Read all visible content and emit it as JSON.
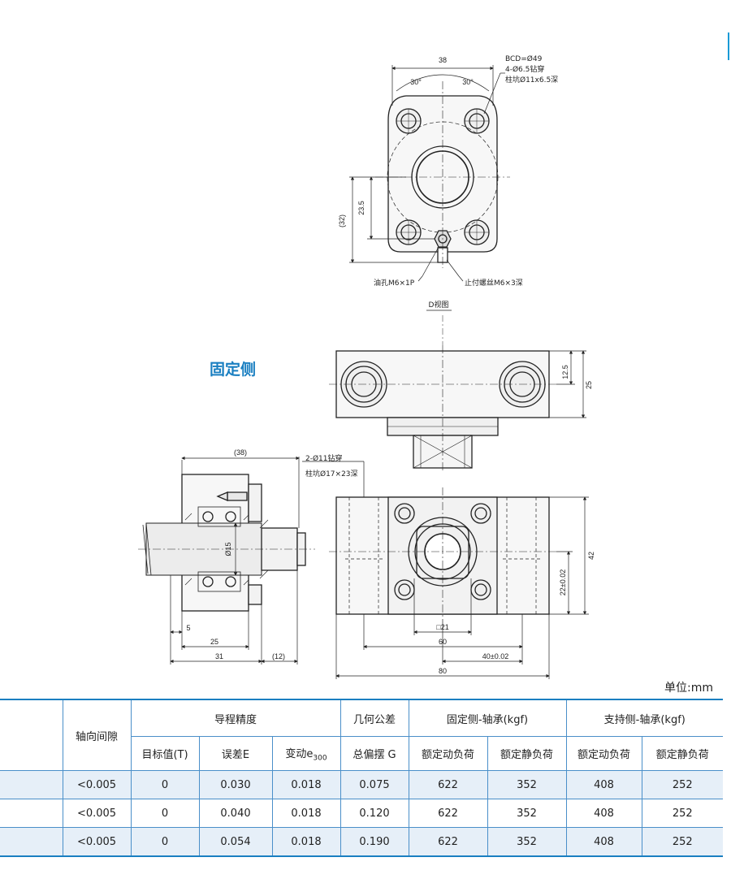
{
  "diagram": {
    "d_view": {
      "caption": "D视图",
      "dim_width": "38",
      "angle_left": "30°",
      "angle_right": "30°",
      "note_bcd": "BCD=Ø49",
      "note_drill": "4-Ø6.5钻穿",
      "note_counterbore": "柱坑Ø11x6.5深",
      "dim_235": "23.5",
      "dim_32": "(32)",
      "oil_hole": "油孔M6×1P",
      "set_screw": "止付螺丝M6×3深"
    },
    "side_view": {
      "dim_38": "(38)",
      "dim_15": "Ø15",
      "dim_5": "5",
      "dim_25": "25",
      "dim_31": "31",
      "dim_12": "(12)"
    },
    "top_view": {
      "dim_125": "12.5",
      "dim_25": "25"
    },
    "front_view": {
      "note_drill": "2-Ø11钻穿",
      "note_counterbore": "柱坑Ø17×23深",
      "dim_42": "42",
      "dim_22": "22±0.02",
      "dim_21": "□21",
      "dim_60": "60",
      "dim_40": "40±0.02",
      "dim_80": "80"
    }
  },
  "section_title": "固定侧",
  "unit_label": "单位:mm",
  "table": {
    "col_axial": "轴向间隙",
    "group_lead": "导程精度",
    "group_geo": "几何公差",
    "group_fixed": "固定侧-轴承(kgf)",
    "group_support": "支持侧-轴承(kgf)",
    "sub_target": "目标值(T)",
    "sub_error": "误差E",
    "sub_var_base": "变动e",
    "sub_var_sub": "300",
    "sub_runout": "总偏摆 G",
    "sub_dyn_1": "额定动负荷",
    "sub_stat_1": "额定静负荷",
    "sub_dyn_2": "额定动负荷",
    "sub_stat_2": "额定静负荷",
    "rows": [
      [
        "<0.005",
        "0",
        "0.030",
        "0.018",
        "0.075",
        "622",
        "352",
        "408",
        "252"
      ],
      [
        "<0.005",
        "0",
        "0.040",
        "0.018",
        "0.120",
        "622",
        "352",
        "408",
        "252"
      ],
      [
        "<0.005",
        "0",
        "0.054",
        "0.018",
        "0.190",
        "622",
        "352",
        "408",
        "252"
      ]
    ]
  }
}
